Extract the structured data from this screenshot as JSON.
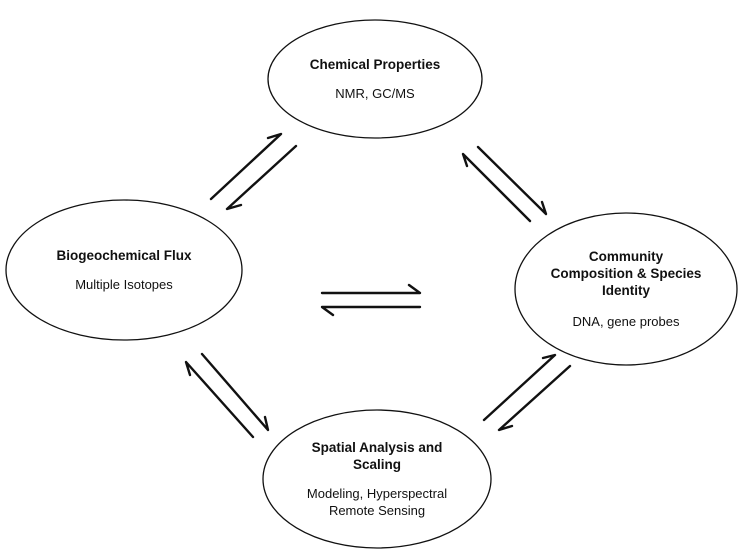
{
  "nodes": {
    "chemical": {
      "title": "Chemical Properties",
      "subtitle": "NMR, GC/MS"
    },
    "biogeochemical": {
      "title": "Biogeochemical Flux",
      "subtitle": "Multiple Isotopes"
    },
    "community": {
      "title_lines": [
        "Community",
        "Composition & Species",
        "Identity"
      ],
      "subtitle": "DNA, gene probes"
    },
    "spatial": {
      "title_lines": [
        "Spatial Analysis and",
        "Scaling"
      ],
      "subtitle_lines": [
        "Modeling, Hyperspectral",
        "Remote Sensing"
      ]
    }
  },
  "edges": [
    {
      "from": "biogeochemical",
      "to": "chemical",
      "type": "reversible"
    },
    {
      "from": "chemical",
      "to": "community",
      "type": "reversible"
    },
    {
      "from": "community",
      "to": "spatial",
      "type": "reversible"
    },
    {
      "from": "spatial",
      "to": "biogeochemical",
      "type": "reversible"
    },
    {
      "from": "biogeochemical",
      "to": "community",
      "type": "reversible"
    }
  ],
  "colors": {
    "stroke": "#111111",
    "background": "#ffffff"
  }
}
